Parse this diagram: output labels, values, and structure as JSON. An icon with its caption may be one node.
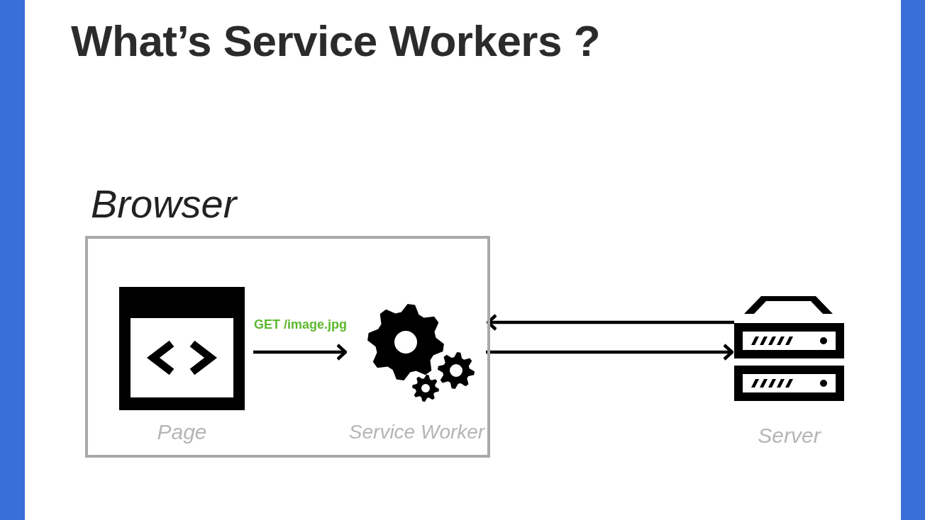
{
  "diagram": {
    "title": "What’s Service Workers ?",
    "nodes": [
      {
        "text": [
          "Browser"
        ]
      },
      {
        "text": [
          "Page"
        ],
        "in": 0
      },
      {
        "text": [
          "Service Worker"
        ],
        "in": 0
      },
      {
        "text": [
          "Server"
        ]
      }
    ],
    "edges": [
      {
        "from": 1,
        "to": 2,
        "arrow": "to",
        "label": "GET /image.jpg"
      },
      {
        "from": 3,
        "to": 2,
        "arrow": "to"
      },
      {
        "from": 2,
        "to": 3,
        "arrow": "to"
      }
    ]
  }
}
